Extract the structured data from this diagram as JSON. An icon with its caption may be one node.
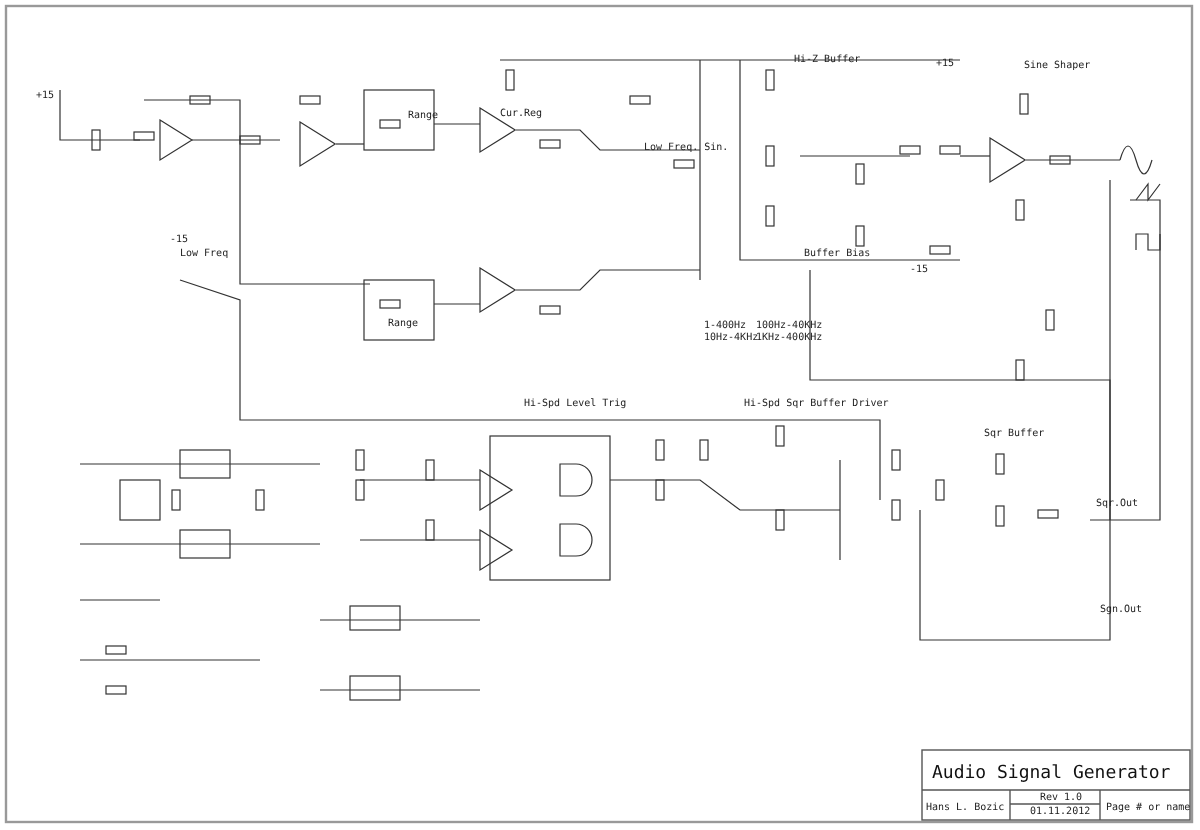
{
  "diagram": {
    "title": "Audio Signal Generator",
    "labels": [
      "Cur.Reg",
      "Low Freq. Sin.",
      "Hi-Z Buffer",
      "Sine Shaper",
      "Range",
      "Low Freq",
      "Range",
      "Buffer Bias",
      "1-400Hz",
      "100Hz-40KHz",
      "10Hz-4KHz",
      "1KHz-400KHz",
      "Hi-Spd Level Trig",
      "Hi-Spd Sqr Buffer Driver",
      "Sqr Buffer",
      "Sqr.Out",
      "Sgn.Out",
      "+15",
      "-15",
      "+15",
      "-15",
      "Hans L. Bozic",
      "Rev 1.0",
      "01.11.2012",
      "Page # or name"
    ]
  }
}
